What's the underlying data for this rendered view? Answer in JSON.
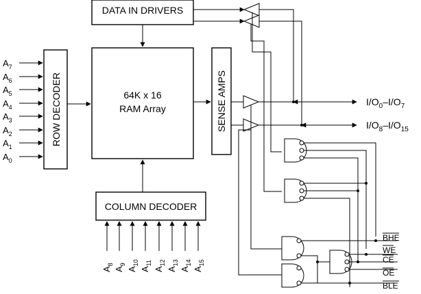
{
  "blocks": {
    "data_in_drivers": "DATA IN DRIVERS",
    "ram_size": "64K x 16",
    "ram_array": "RAM Array",
    "sense_amps": "SENSE AMPS",
    "row_decoder": "ROW DECODER",
    "column_decoder": "COLUMN DECODER"
  },
  "row_address": [
    {
      "base": "A",
      "sub": "7"
    },
    {
      "base": "A",
      "sub": "6"
    },
    {
      "base": "A",
      "sub": "5"
    },
    {
      "base": "A",
      "sub": "4"
    },
    {
      "base": "A",
      "sub": "3"
    },
    {
      "base": "A",
      "sub": "2"
    },
    {
      "base": "A",
      "sub": "1"
    },
    {
      "base": "A",
      "sub": "0"
    }
  ],
  "column_address": [
    {
      "base": "A",
      "sub": "8"
    },
    {
      "base": "A",
      "sub": "9"
    },
    {
      "base": "A",
      "sub": "10"
    },
    {
      "base": "A",
      "sub": "11"
    },
    {
      "base": "A",
      "sub": "12"
    },
    {
      "base": "A",
      "sub": "13"
    },
    {
      "base": "A",
      "sub": "14"
    },
    {
      "base": "A",
      "sub": "15"
    }
  ],
  "io": {
    "low": {
      "p1": "I/O",
      "s1": "0",
      "p2": "–I/O",
      "s2": "7"
    },
    "high": {
      "p1": "I/O",
      "s1": "8",
      "p2": "–I/O",
      "s2": "15"
    }
  },
  "controls": [
    "BHE",
    "WE",
    "CE",
    "OE",
    "BLE"
  ]
}
